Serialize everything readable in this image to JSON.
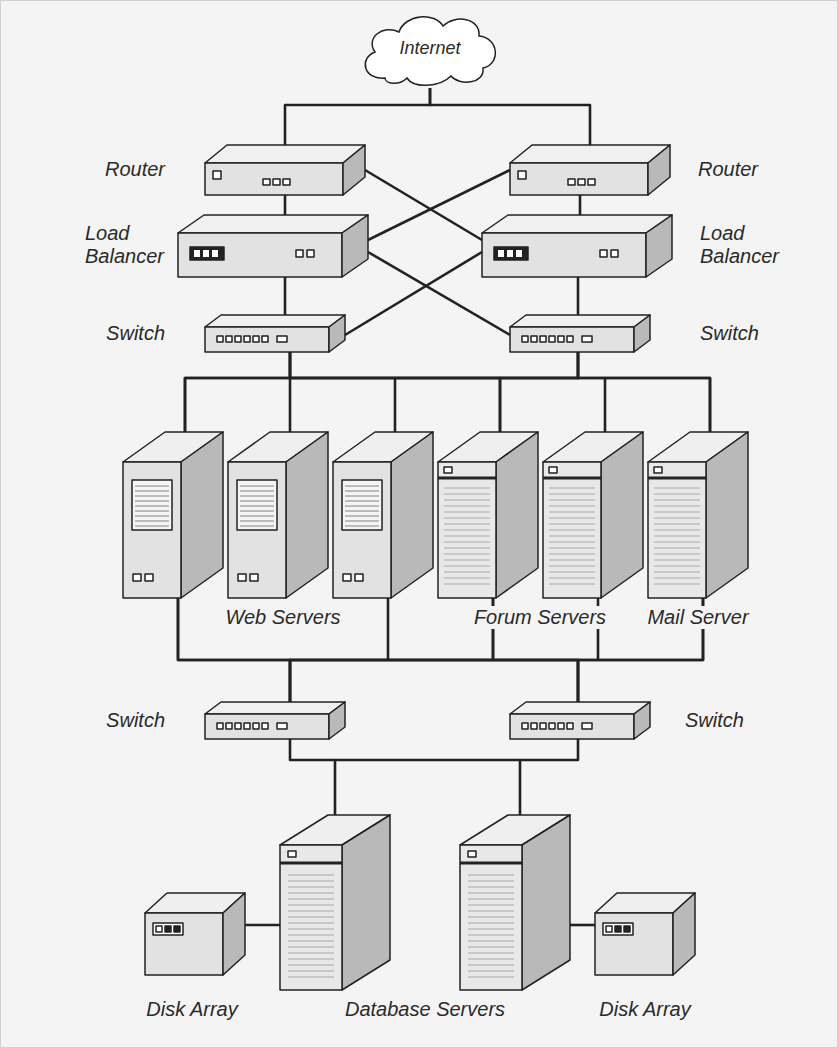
{
  "diagram": {
    "nodes": [
      {
        "text": [
          "Internet"
        ]
      },
      {
        "text": [
          "Router"
        ]
      },
      {
        "text": [
          "Router"
        ]
      },
      {
        "text": [
          "Load Balancer"
        ]
      },
      {
        "text": [
          "Load Balancer"
        ]
      },
      {
        "text": [
          "Switch"
        ]
      },
      {
        "text": [
          "Switch"
        ]
      },
      {
        "text": [
          "Web Servers"
        ]
      },
      {
        "text": [
          "Forum Servers"
        ]
      },
      {
        "text": [
          "Mail Server"
        ]
      },
      {
        "text": [
          "Switch"
        ]
      },
      {
        "text": [
          "Switch"
        ]
      },
      {
        "text": [
          "Disk Array"
        ]
      },
      {
        "text": [
          "Database Servers"
        ]
      },
      {
        "text": [
          "Disk Array"
        ]
      }
    ],
    "edges": [
      {
        "from": 0,
        "to": 1,
        "arrow": "none"
      },
      {
        "from": 0,
        "to": 2,
        "arrow": "none"
      },
      {
        "from": 1,
        "to": 3,
        "arrow": "none"
      },
      {
        "from": 1,
        "to": 4,
        "arrow": "none"
      },
      {
        "from": 2,
        "to": 3,
        "arrow": "none"
      },
      {
        "from": 2,
        "to": 4,
        "arrow": "none"
      },
      {
        "from": 3,
        "to": 5,
        "arrow": "none"
      },
      {
        "from": 3,
        "to": 6,
        "arrow": "none"
      },
      {
        "from": 4,
        "to": 5,
        "arrow": "none"
      },
      {
        "from": 4,
        "to": 6,
        "arrow": "none"
      },
      {
        "from": 5,
        "to": 7,
        "arrow": "none"
      },
      {
        "from": 5,
        "to": 8,
        "arrow": "none"
      },
      {
        "from": 5,
        "to": 9,
        "arrow": "none"
      },
      {
        "from": 6,
        "to": 7,
        "arrow": "none"
      },
      {
        "from": 6,
        "to": 8,
        "arrow": "none"
      },
      {
        "from": 6,
        "to": 9,
        "arrow": "none"
      },
      {
        "from": 7,
        "to": 10,
        "arrow": "none"
      },
      {
        "from": 8,
        "to": 10,
        "arrow": "none"
      },
      {
        "from": 9,
        "to": 10,
        "arrow": "none"
      },
      {
        "from": 7,
        "to": 11,
        "arrow": "none"
      },
      {
        "from": 8,
        "to": 11,
        "arrow": "none"
      },
      {
        "from": 9,
        "to": 11,
        "arrow": "none"
      },
      {
        "from": 10,
        "to": 13,
        "arrow": "none"
      },
      {
        "from": 11,
        "to": 13,
        "arrow": "none"
      },
      {
        "from": 13,
        "to": 12,
        "arrow": "none"
      },
      {
        "from": 13,
        "to": 14,
        "arrow": "none"
      }
    ]
  }
}
